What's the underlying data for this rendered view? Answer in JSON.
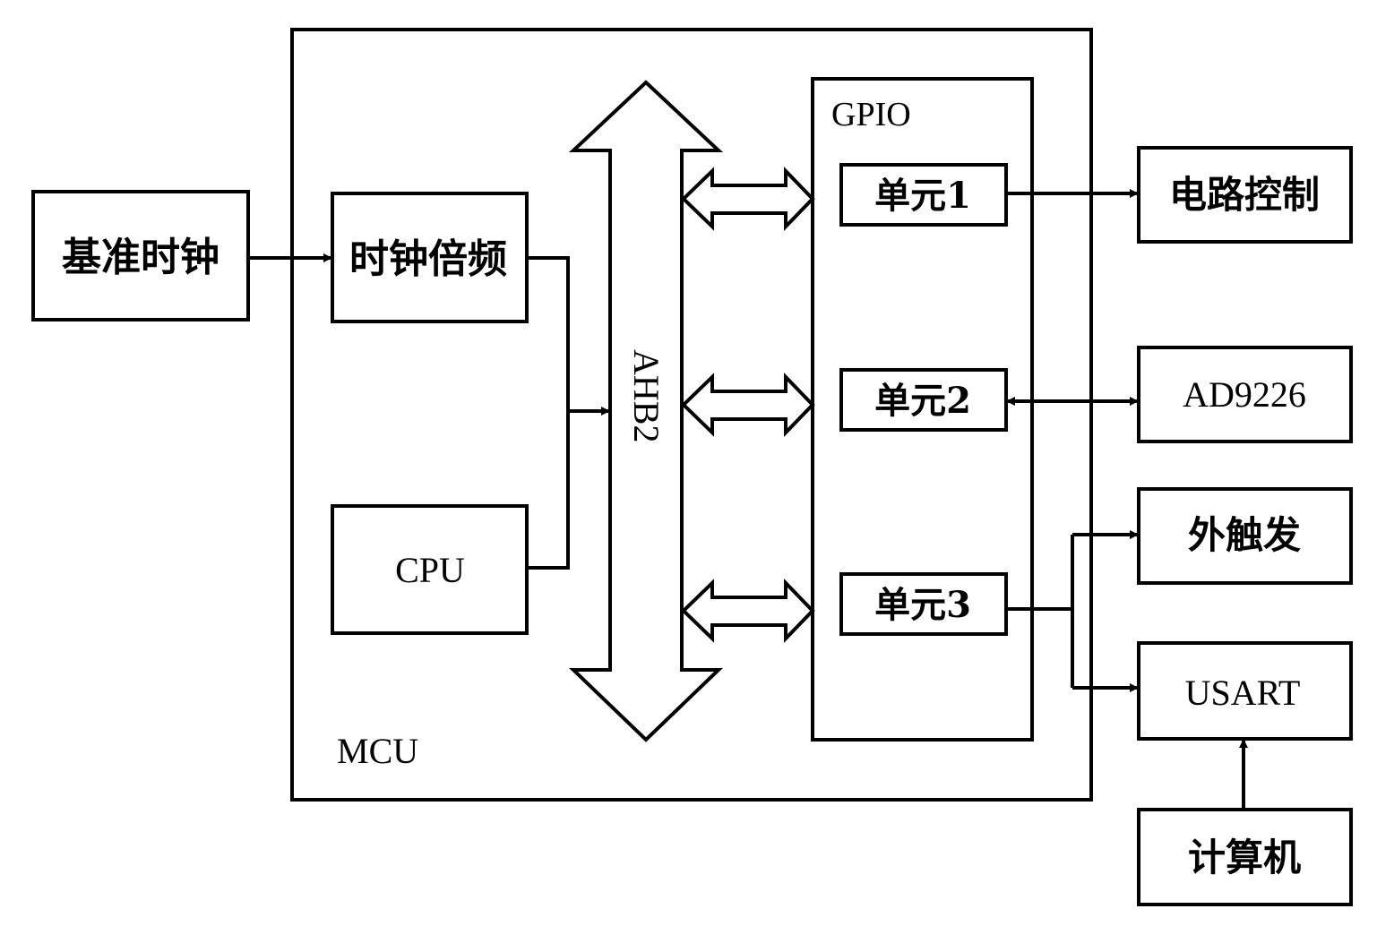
{
  "diagram": {
    "title": "MCU GPIO system block diagram",
    "mcu": {
      "label": "MCU"
    },
    "bus": {
      "label": "AHB2"
    },
    "gpio": {
      "label": "GPIO"
    },
    "blocks": {
      "ref_clock": "基准时钟",
      "clock_mult": "时钟倍频",
      "cpu": "CPU",
      "unit1": "单元1",
      "unit2": "单元2",
      "unit3": "单元3",
      "circuit_control": "电路控制",
      "adc": "AD9226",
      "ext_trigger": "外触发",
      "usart": "USART",
      "computer": "计算机"
    },
    "connections": [
      {
        "from": "基准时钟",
        "to": "时钟倍频",
        "type": "arrow"
      },
      {
        "from": "时钟倍频",
        "to": "AHB2",
        "type": "arrow"
      },
      {
        "from": "CPU",
        "to": "AHB2",
        "type": "arrow"
      },
      {
        "from": "AHB2",
        "to": "单元1",
        "type": "bidirectional-bus"
      },
      {
        "from": "AHB2",
        "to": "单元2",
        "type": "bidirectional-bus"
      },
      {
        "from": "AHB2",
        "to": "单元3",
        "type": "bidirectional-bus"
      },
      {
        "from": "单元1",
        "to": "电路控制",
        "type": "arrow"
      },
      {
        "from": "单元2",
        "to": "AD9226",
        "type": "bidirectional-arrow"
      },
      {
        "from": "单元3",
        "to": "外触发",
        "type": "arrow"
      },
      {
        "from": "单元3",
        "to": "USART",
        "type": "arrow"
      },
      {
        "from": "计算机",
        "to": "USART",
        "type": "arrow"
      }
    ]
  }
}
